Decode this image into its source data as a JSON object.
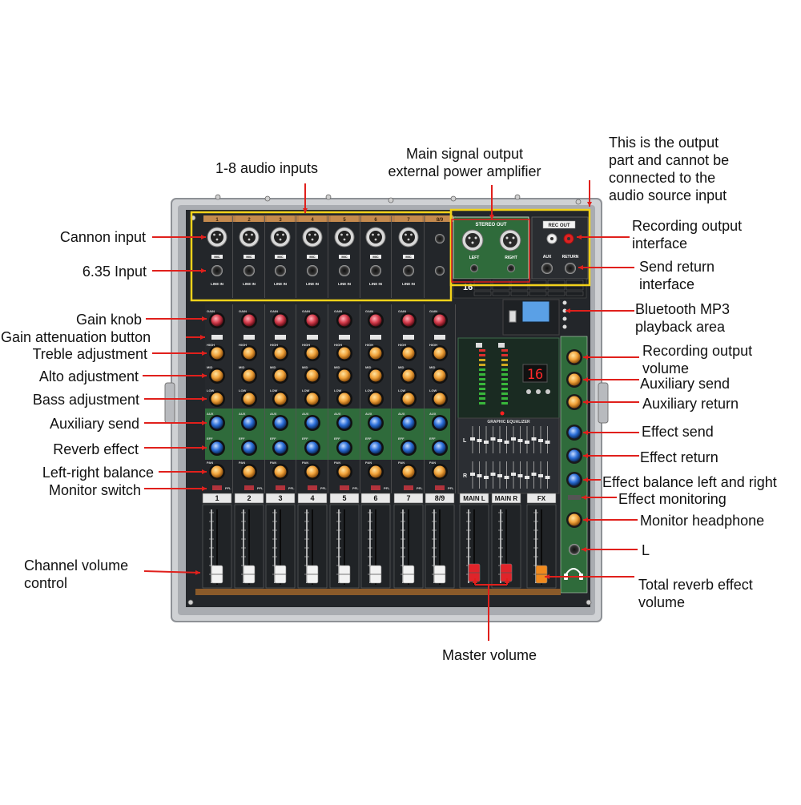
{
  "labels": {
    "audio_inputs": "1-8 audio inputs",
    "main_output": "Main signal output\nexternal power amplifier",
    "output_part": "This is the output\npart and cannot be\nconnected to the\naudio source input",
    "cannon_input": "Cannon input",
    "input_635": "6.35 Input",
    "gain_knob": "Gain knob",
    "gain_atten": "Gain attenuation button",
    "treble": "Treble adjustment",
    "alto": "Alto adjustment",
    "bass": "Bass adjustment",
    "aux_send_left": "Auxiliary send",
    "reverb": "Reverb effect",
    "balance": "Left-right balance",
    "monitor_switch": "Monitor switch",
    "channel_volume": "Channel volume\ncontrol",
    "master_volume": "Master volume",
    "rec_out_iface": "Recording output\ninterface",
    "send_return_iface": "Send return\ninterface",
    "bt_mp3": "Bluetooth MP3\nplayback area",
    "rec_out_vol": "Recording output\nvolume",
    "aux_send_right": "Auxiliary send",
    "aux_return": "Auxiliary return",
    "effect_send": "Effect send",
    "effect_return": "Effect return",
    "effect_balance": "Effect balance left and right",
    "effect_monitoring": "Effect monitoring",
    "monitor_headphone": "Monitor headphone",
    "l": "L",
    "total_reverb": "Total reverb effect\nvolume"
  },
  "panel": {
    "channel_numbers": [
      "1",
      "2",
      "3",
      "4",
      "5",
      "6",
      "7",
      "8/9"
    ],
    "fader_labels": [
      "1",
      "2",
      "3",
      "4",
      "5",
      "6",
      "7",
      "8/9",
      "MAIN L",
      "MAIN R",
      "FX"
    ],
    "mic": "MIC",
    "line_in": "LINE IN",
    "stereo_out": "STEREO OUT",
    "rec_out": "REC OUT",
    "left": "LEFT",
    "right": "RIGHT",
    "aux": "AUX",
    "return": "RETURN",
    "dsp_display": "16",
    "dsp_label": "16",
    "graphic_eq": "GRAPHIC EQUALIZER",
    "row_gain": "GAIN",
    "row_high": "HIGH",
    "row_mid": "MID",
    "row_low": "LOW",
    "row_aux": "AUX",
    "row_eff": "EFF",
    "row_pan": "PAN",
    "pfl": "PFL",
    "eq_l": "L",
    "eq_r": "R"
  },
  "colors": {
    "annotation_line": "#e0201c",
    "highlight_box": "#f2d21a",
    "panel_dark": "#23262a",
    "eq_green": "#2f6b3b",
    "knob_orange": "#f0a23a",
    "knob_red": "#d33a4a",
    "knob_blue": "#2c6fd9",
    "master_fader": "#e0242a",
    "fx_fader": "#f08a1e",
    "wood_strip": "#8a5a2a"
  }
}
